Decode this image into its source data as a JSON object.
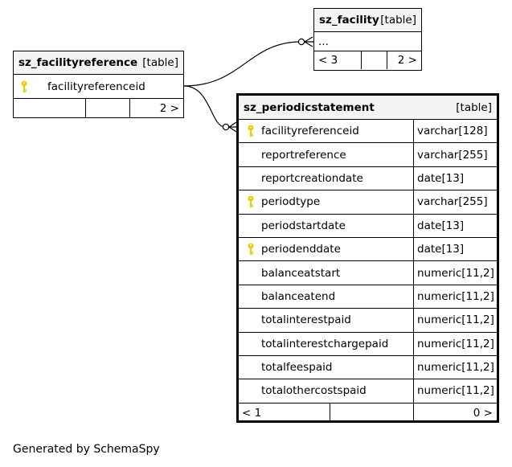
{
  "tables": {
    "facility": {
      "name": "sz_facility",
      "kind": "[table]",
      "rows": [
        "..."
      ],
      "footer": [
        "< 3",
        "",
        "2 >"
      ]
    },
    "facilityreference": {
      "name": "sz_facilityreference",
      "kind": "[table]",
      "columns": [
        {
          "name": "facilityreferenceid",
          "pk": true
        }
      ],
      "footer": [
        "",
        "",
        "2 >"
      ]
    },
    "periodicstatement": {
      "name": "sz_periodicstatement",
      "kind": "[table]",
      "columns": [
        {
          "name": "facilityreferenceid",
          "type": "varchar[128]",
          "pk": true
        },
        {
          "name": "reportreference",
          "type": "varchar[255]",
          "pk": false
        },
        {
          "name": "reportcreationdate",
          "type": "date[13]",
          "pk": false
        },
        {
          "name": "periodtype",
          "type": "varchar[255]",
          "pk": true
        },
        {
          "name": "periodstartdate",
          "type": "date[13]",
          "pk": false
        },
        {
          "name": "periodenddate",
          "type": "date[13]",
          "pk": true
        },
        {
          "name": "balanceatstart",
          "type": "numeric[11,2]",
          "pk": false
        },
        {
          "name": "balanceatend",
          "type": "numeric[11,2]",
          "pk": false
        },
        {
          "name": "totalinterestpaid",
          "type": "numeric[11,2]",
          "pk": false
        },
        {
          "name": "totalinterestchargepaid",
          "type": "numeric[11,2]",
          "pk": false
        },
        {
          "name": "totalfeespaid",
          "type": "numeric[11,2]",
          "pk": false
        },
        {
          "name": "totalothercostspaid",
          "type": "numeric[11,2]",
          "pk": false
        }
      ],
      "footer": [
        "< 1",
        "",
        "0 >"
      ]
    }
  },
  "footer_text": "Generated by SchemaSpy",
  "colors": {
    "key": "#e8d000",
    "header_bg": "#f4f4f4",
    "border": "#000000"
  }
}
